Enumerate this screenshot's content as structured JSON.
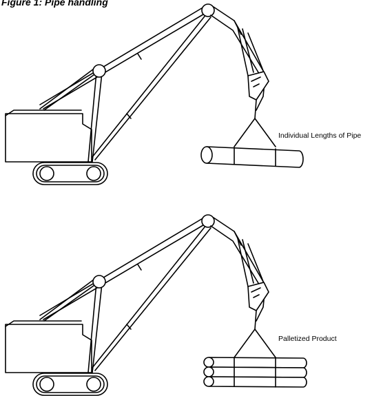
{
  "figure": {
    "title": "Figure 1: Pipe handling"
  },
  "scenes": [
    {
      "label": "Individual Lengths of Pipe"
    },
    {
      "label": "Palletized Product"
    }
  ]
}
